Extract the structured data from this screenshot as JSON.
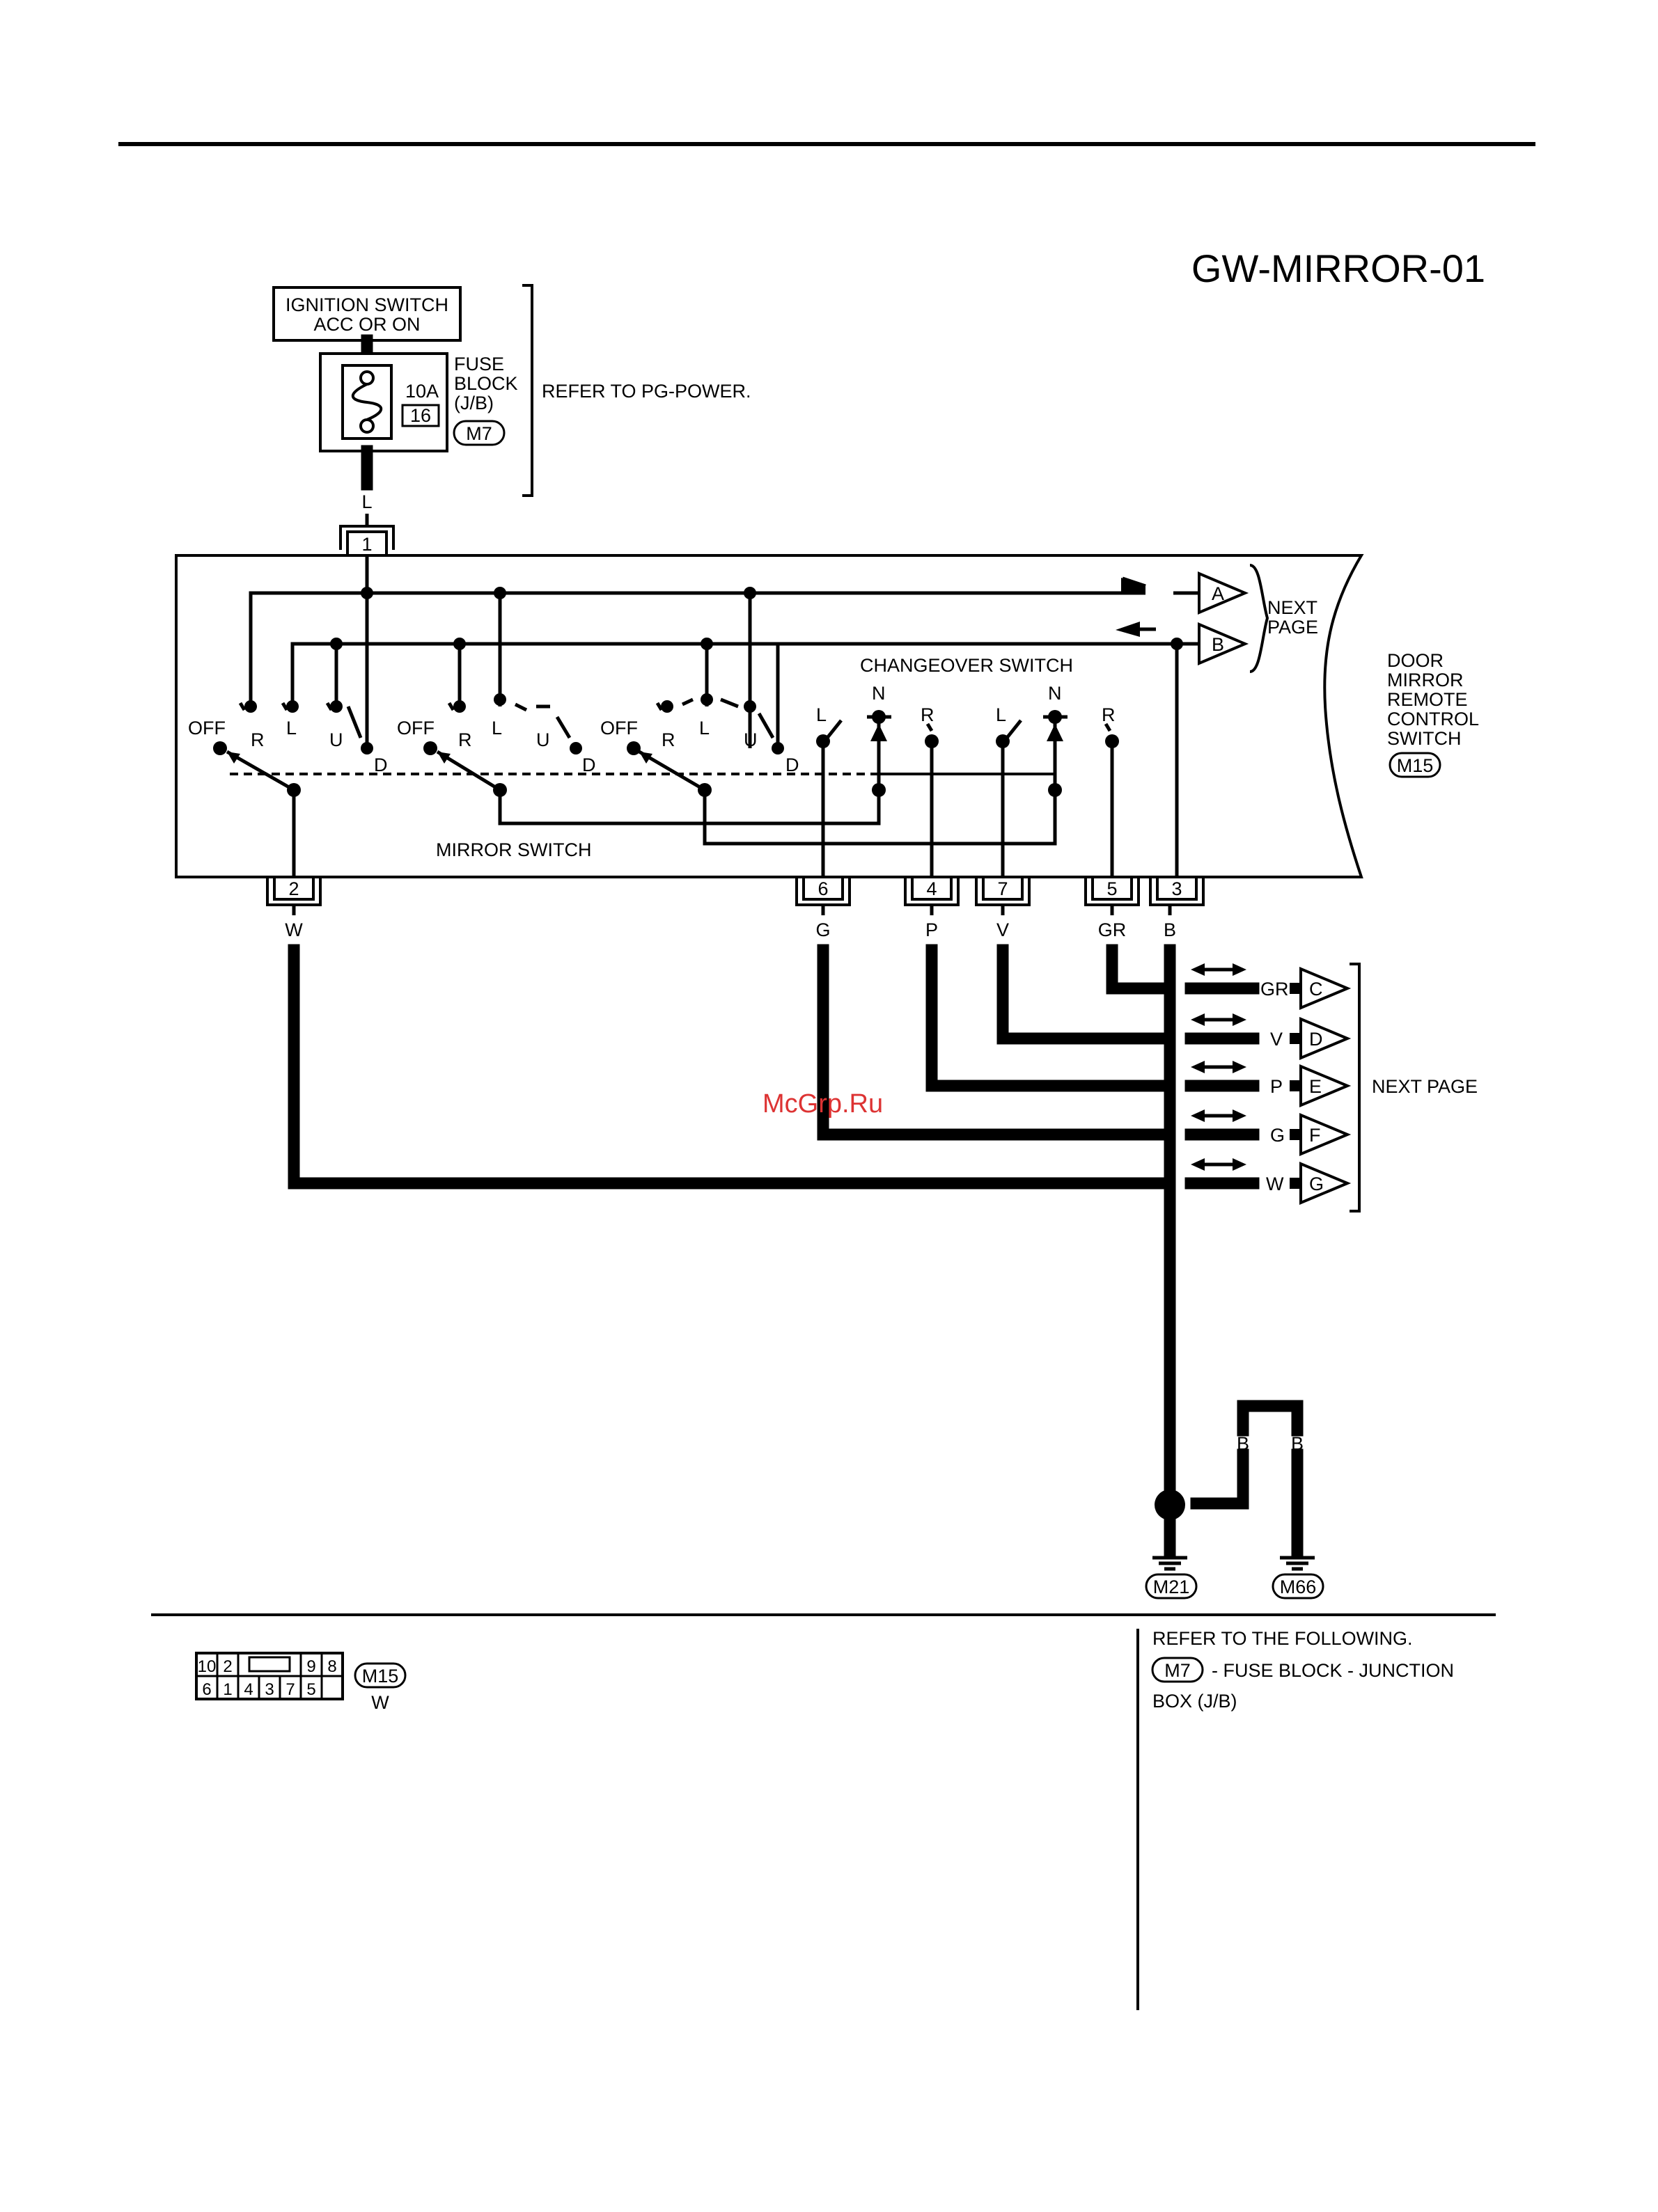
{
  "diagram_id": "GW-MIRROR-01",
  "watermark": "McGrp.Ru",
  "power": {
    "ignition_line1": "IGNITION SWITCH",
    "ignition_line2": "ACC OR ON",
    "fuse_block_line1": "FUSE",
    "fuse_block_line2": "BLOCK",
    "fuse_block_line3": "(J/B)",
    "fuse_rating": "10A",
    "fuse_number": "16",
    "fuse_connector": "M7",
    "refer": "REFER TO PG-POWER.",
    "wire_color": "L"
  },
  "switch_unit": {
    "name_line1": "DOOR",
    "name_line2": "MIRROR",
    "name_line3": "REMOTE",
    "name_line4": "CONTROL",
    "name_line5": "SWITCH",
    "connector": "M15",
    "mirror_switch_label": "MIRROR SWITCH",
    "changeover_switch_label": "CHANGEOVER SWITCH",
    "next_page_line1": "NEXT",
    "next_page_line2": "PAGE",
    "signal_a": "A",
    "signal_b": "B",
    "pos_off": "OFF",
    "pos_r": "R",
    "pos_l": "L",
    "pos_u": "U",
    "pos_d": "D",
    "pos_n": "N"
  },
  "terminals": [
    {
      "pin": "1",
      "wire": "L"
    },
    {
      "pin": "2",
      "wire": "W"
    },
    {
      "pin": "6",
      "wire": "G"
    },
    {
      "pin": "4",
      "wire": "P"
    },
    {
      "pin": "7",
      "wire": "V"
    },
    {
      "pin": "5",
      "wire": "GR"
    },
    {
      "pin": "3",
      "wire": "B"
    }
  ],
  "outputs": [
    {
      "wire": "GR",
      "connector": "C"
    },
    {
      "wire": "V",
      "connector": "D"
    },
    {
      "wire": "P",
      "connector": "E"
    },
    {
      "wire": "G",
      "connector": "F"
    },
    {
      "wire": "W",
      "connector": "G"
    }
  ],
  "outputs_next_page": "NEXT PAGE",
  "ground": {
    "wire1": "B",
    "wire2": "B",
    "wire3": "B",
    "ground1": "M21",
    "ground2": "M66"
  },
  "connector_view": {
    "top_row": [
      "10",
      "2",
      "",
      "9",
      "8"
    ],
    "bottom_row": [
      "6",
      "1",
      "4",
      "3",
      "7",
      "5"
    ],
    "id": "M15",
    "color": "W"
  },
  "refer_following": {
    "heading": "REFER TO THE FOLLOWING.",
    "connector": "M7",
    "desc_line1": "- FUSE BLOCK - JUNCTION",
    "desc_line2": "BOX (J/B)"
  }
}
